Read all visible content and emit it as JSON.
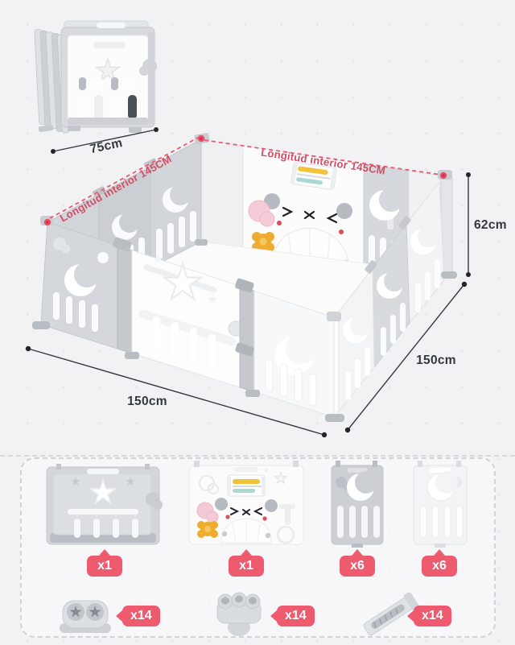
{
  "colors": {
    "background": "#f2f2f4",
    "accent_red_line": "#ea5a70",
    "accent_red_text": "#d04f67",
    "dimension_text": "#34383d",
    "badge": "#ee5b6e",
    "panel_gray": "#d3d6da",
    "panel_white": "#fbfbfc"
  },
  "labels": {
    "folded_width": "75cm",
    "interior_left": "Longitud interior 145CM",
    "interior_back": "Longitud interior 145CM",
    "height": "62cm",
    "front_width": "150cm",
    "side_depth": "150cm"
  },
  "parts_list": {
    "panels": [
      {
        "name": "star-door-panel",
        "icon": "star-door-panel-icon",
        "qty": "x1"
      },
      {
        "name": "panda-activity-panel",
        "icon": "panda-panel-icon",
        "qty": "x1"
      },
      {
        "name": "moon-panel-gray",
        "icon": "gray-moon-panel-icon",
        "qty": "x6"
      },
      {
        "name": "moon-panel-white",
        "icon": "white-moon-panel-icon",
        "qty": "x6"
      }
    ],
    "connectors": [
      {
        "name": "twin-socket-connector",
        "icon": "twin-socket-connector-icon",
        "qty": "x14"
      },
      {
        "name": "triple-tube-connector",
        "icon": "triple-tube-connector-icon",
        "qty": "x14"
      },
      {
        "name": "flat-link-connector",
        "icon": "flat-link-connector-icon",
        "qty": "x14"
      }
    ]
  }
}
